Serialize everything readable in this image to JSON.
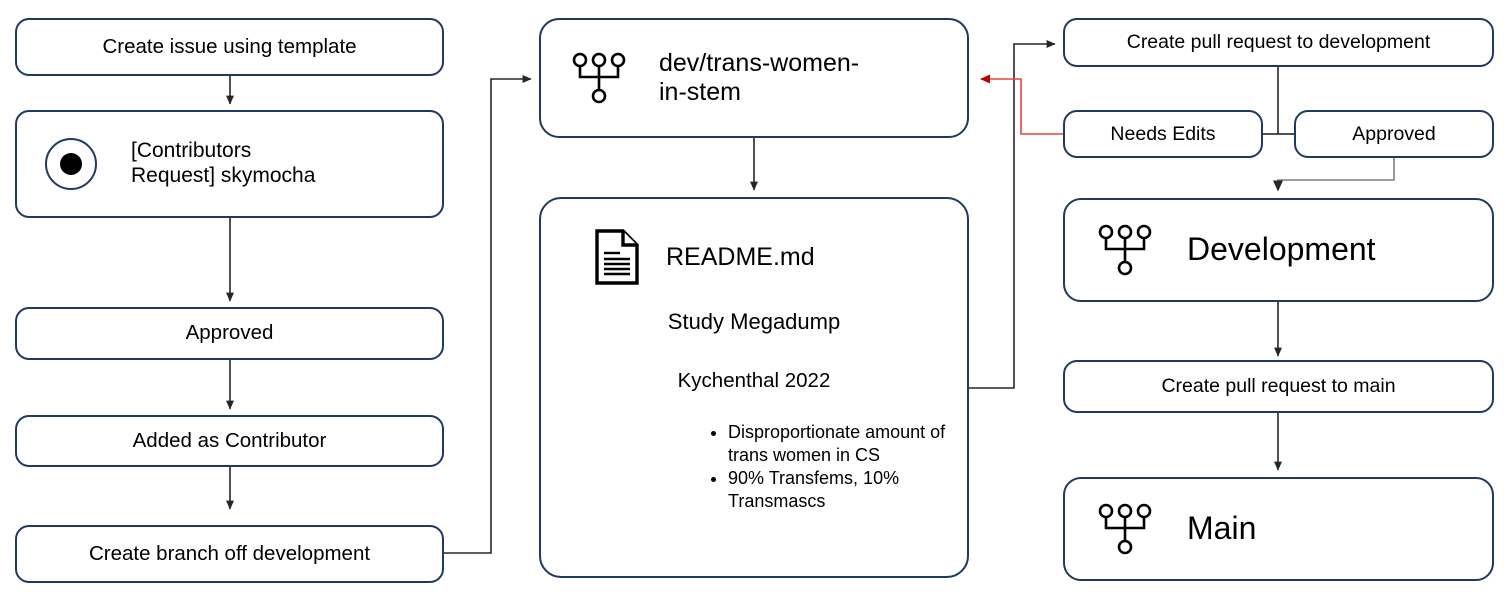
{
  "diagram": {
    "title": "Contribution workflow flowchart",
    "colors": {
      "node_border": "#1f3864",
      "connector": "#262626",
      "connector_gray": "#808080",
      "connector_red": "#e8453c",
      "text": "#000000",
      "background": "#ffffff"
    }
  },
  "nodes": {
    "create_issue": {
      "label": "Create issue using template",
      "icon": "none"
    },
    "contributors_request": {
      "label": "[Contributors\nRequest] skymocha",
      "icon": "initial-state-icon"
    },
    "approved_left": {
      "label": "Approved",
      "icon": "none"
    },
    "added_contributor": {
      "label": "Added as Contributor",
      "icon": "none"
    },
    "create_branch": {
      "label": "Create branch off development",
      "icon": "none"
    },
    "dev_branch": {
      "label": "dev/trans-women-\nin-stem",
      "icon": "git-branch-icon"
    },
    "readme": {
      "filename": "README.md",
      "icon": "document-icon",
      "subtitle": "Study Megadump",
      "citation": "Kychenthal 2022",
      "bullets": [
        "Disproportionate amount of trans women in CS",
        "90% Transfems, 10% Transmascs"
      ]
    },
    "create_pr_dev": {
      "label": "Create pull request to development",
      "icon": "none"
    },
    "needs_edits": {
      "label": "Needs Edits",
      "icon": "none"
    },
    "approved_right": {
      "label": "Approved",
      "icon": "none"
    },
    "development": {
      "label": "Development",
      "icon": "git-branch-icon"
    },
    "create_pr_main": {
      "label": "Create pull request to main",
      "icon": "none"
    },
    "main": {
      "label": "Main",
      "icon": "git-branch-icon"
    }
  },
  "edges": [
    {
      "id": "e1",
      "from": "create_issue",
      "to": "contributors_request",
      "color": "#262626",
      "arrow": true
    },
    {
      "id": "e2",
      "from": "contributors_request",
      "to": "approved_left",
      "color": "#262626",
      "arrow": true
    },
    {
      "id": "e3",
      "from": "approved_left",
      "to": "added_contributor",
      "color": "#262626",
      "arrow": true
    },
    {
      "id": "e4",
      "from": "added_contributor",
      "to": "create_branch",
      "color": "#262626",
      "arrow": true
    },
    {
      "id": "e5",
      "from": "create_branch",
      "to": "dev_branch",
      "color": "#262626",
      "arrow": true
    },
    {
      "id": "e6",
      "from": "dev_branch",
      "to": "readme",
      "color": "#262626",
      "arrow": true
    },
    {
      "id": "e7",
      "from": "readme",
      "to": "create_pr_dev",
      "color": "#262626",
      "arrow": true
    },
    {
      "id": "e8",
      "from": "create_pr_dev",
      "to": "needs_edits",
      "color": "#262626",
      "arrow": false
    },
    {
      "id": "e9",
      "from": "create_pr_dev",
      "to": "approved_right",
      "color": "#262626",
      "arrow": false
    },
    {
      "id": "e10",
      "from": "needs_edits",
      "to": "dev_branch",
      "color": "#e8453c",
      "arrow": true
    },
    {
      "id": "e11",
      "from": "approved_right",
      "to": "development",
      "color": "#808080",
      "arrow": true
    },
    {
      "id": "e12",
      "from": "development",
      "to": "create_pr_main",
      "color": "#262626",
      "arrow": true
    },
    {
      "id": "e13",
      "from": "create_pr_main",
      "to": "main",
      "color": "#262626",
      "arrow": true
    }
  ]
}
